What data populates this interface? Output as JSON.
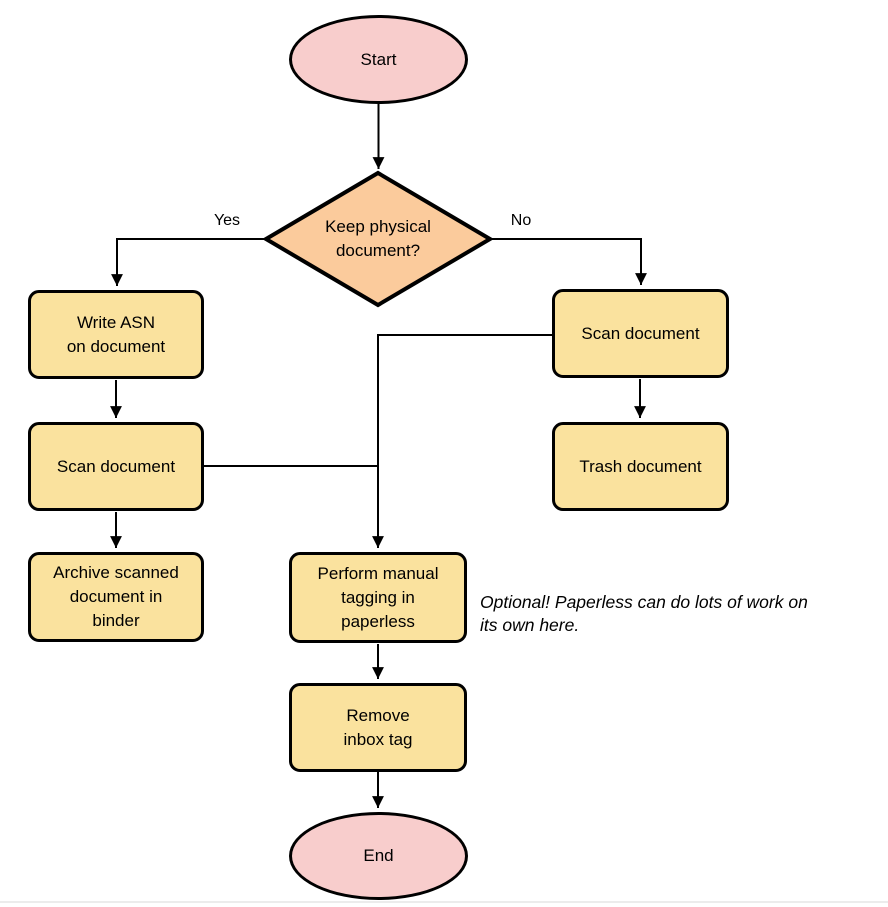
{
  "diagram": {
    "colors": {
      "terminal_fill": "#F8CDCC",
      "decision_fill": "#FBCB9C",
      "process_fill": "#FAE29E",
      "stroke": "#000000",
      "bottom_rule": "#ECECEC"
    },
    "nodes": {
      "start": {
        "label": "Start",
        "type": "terminal"
      },
      "decision": {
        "label": "Keep physical\ndocument?",
        "type": "decision"
      },
      "write_asn": {
        "label": "Write ASN\non document",
        "type": "process"
      },
      "scan_left": {
        "label": "Scan document",
        "type": "process"
      },
      "archive": {
        "label": "Archive scanned\ndocument in\nbinder",
        "type": "process"
      },
      "scan_right": {
        "label": "Scan document",
        "type": "process"
      },
      "trash": {
        "label": "Trash document",
        "type": "process"
      },
      "tagging": {
        "label": "Perform manual\ntagging in\npaperless",
        "type": "process"
      },
      "remove_inbox": {
        "label": "Remove\ninbox tag",
        "type": "process"
      },
      "end": {
        "label": "End",
        "type": "terminal"
      }
    },
    "edge_labels": {
      "yes": "Yes",
      "no": "No"
    },
    "note": "Optional! Paperless can do lots of work on\nits own here."
  }
}
